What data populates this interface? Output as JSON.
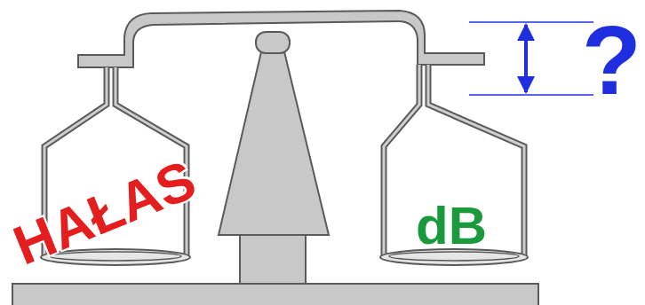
{
  "diagram": {
    "labels": [
      "HAŁAS",
      "dB",
      "?"
    ]
  }
}
